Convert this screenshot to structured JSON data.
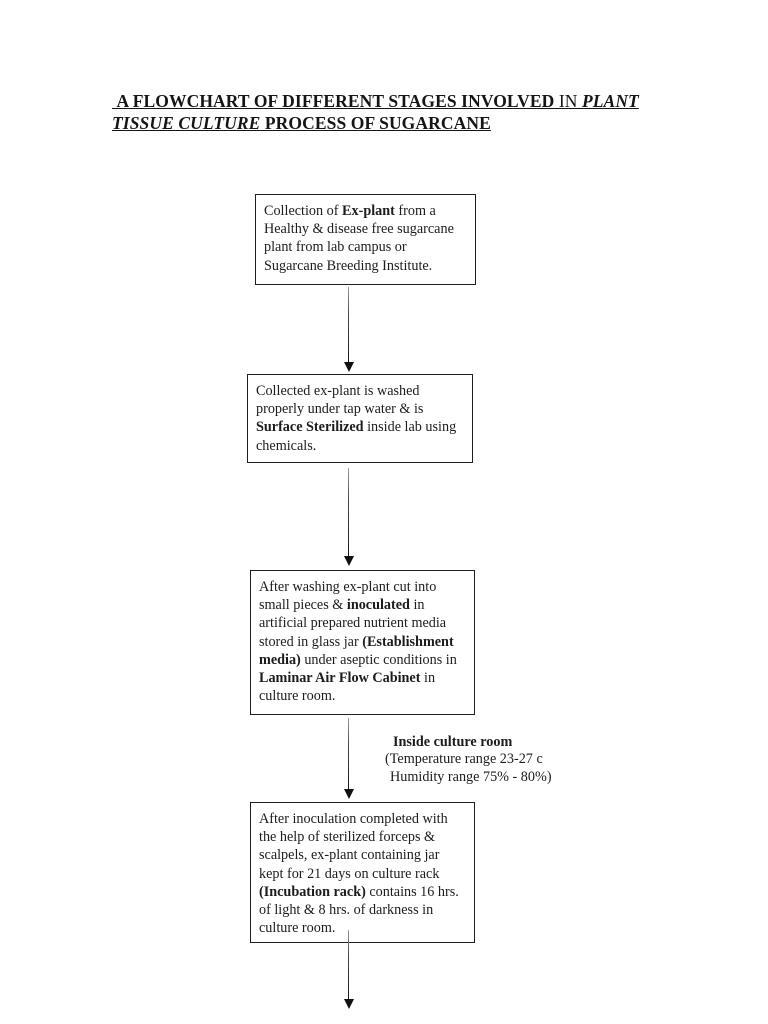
{
  "title": {
    "segments": [
      {
        "t": " A FLOWCHART OF DIFFERENT STAGES INVOLVED",
        "s": "b"
      },
      {
        "t": " IN ",
        "s": "r"
      },
      {
        "t": "PLANT",
        "s": "bi"
      },
      {
        "br": true
      },
      {
        "t": "TISSUE CULTURE",
        "s": "bi"
      },
      {
        "t": " PROCESS OF SUGARCANE",
        "s": "b"
      }
    ]
  },
  "flowchart": {
    "boxes": [
      {
        "name": "collection",
        "segments": [
          {
            "t": "Collection of ",
            "s": "r"
          },
          {
            "t": "Ex-plant",
            "s": "b"
          },
          {
            "t": " from a Healthy & disease free sugarcane plant from lab campus or Sugarcane Breeding Institute.",
            "s": "r"
          }
        ]
      },
      {
        "name": "surface-sterilization",
        "segments": [
          {
            "t": "Collected ex-plant is washed properly under tap water & is ",
            "s": "r"
          },
          {
            "t": "Surface Sterilized",
            "s": "b"
          },
          {
            "t": " inside lab using chemicals.",
            "s": "r"
          }
        ]
      },
      {
        "name": "inoculation-establishment",
        "segments": [
          {
            "t": "After washing ex-plant cut into small pieces & ",
            "s": "r"
          },
          {
            "t": "inoculated",
            "s": "b"
          },
          {
            "t": " in artificial prepared nutrient media stored in glass jar ",
            "s": "r"
          },
          {
            "t": "(Establishment media)",
            "s": "b"
          },
          {
            "t": " under aseptic conditions in ",
            "s": "r"
          },
          {
            "t": "Laminar Air Flow Cabinet",
            "s": "b"
          },
          {
            "t": " in culture room.",
            "s": "r"
          }
        ]
      },
      {
        "name": "incubation",
        "segments": [
          {
            "t": "After inoculation completed with the help of sterilized forceps & scalpels, ex-plant containing jar kept for 21 days on culture rack ",
            "s": "r"
          },
          {
            "t": "(Incubation rack)",
            "s": "b"
          },
          {
            "t": " contains 16 hrs. of light & 8 hrs. of darkness in culture room.",
            "s": "r"
          }
        ]
      }
    ],
    "culture_room_note": {
      "heading": "Inside culture room",
      "temperature_line": "(Temperature range 23-27 c",
      "humidity_line": "Humidity range 75% - 80%)"
    }
  }
}
